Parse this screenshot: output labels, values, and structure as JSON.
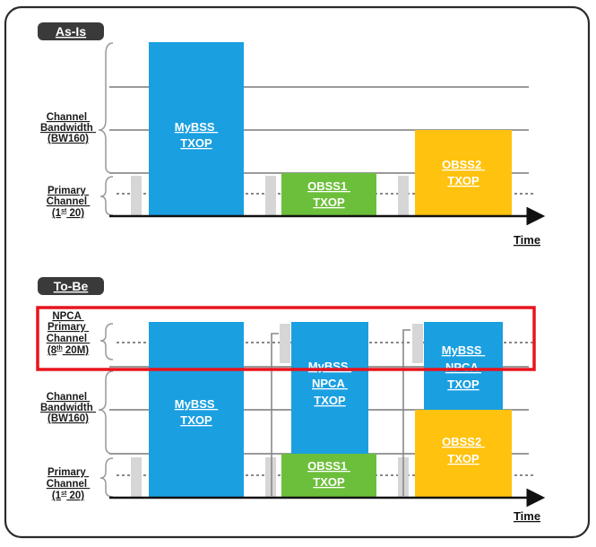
{
  "colors": {
    "mybss": "#1a9fe0",
    "obss1": "#6cbf3a",
    "obss2": "#ffc20e",
    "highlight": "#e8141c",
    "line": "#9a9a9a",
    "tag_bg": "#3a3a3a"
  },
  "asis": {
    "tag": "As-Is",
    "ch_label": [
      "Channel",
      "Bandwidth",
      "(BW160)"
    ],
    "pc_label": [
      "Primary",
      "Channel",
      "(1st 20)"
    ],
    "time": "Time",
    "mybss": [
      "MyBSS",
      "TXOP"
    ],
    "obss1": [
      "OBSS1",
      "TXOP"
    ],
    "obss2": [
      "OBSS2",
      "TXOP"
    ]
  },
  "tobe": {
    "tag": "To-Be",
    "npca_label": [
      "NPCA",
      "Primary",
      "Channel",
      "(8th 20M)"
    ],
    "ch_label": [
      "Channel",
      "Bandwidth",
      "(BW160)"
    ],
    "pc_label": [
      "Primary",
      "Channel",
      "(1st 20)"
    ],
    "time": "Time",
    "mybss": [
      "MyBSS",
      "TXOP"
    ],
    "npca_a": [
      "MyBSS",
      "NPCA",
      "TXOP"
    ],
    "npca_b": [
      "MyBSS",
      "NPCA",
      "TXOP"
    ],
    "obss1": [
      "OBSS1",
      "TXOP"
    ],
    "obss2": [
      "OBSS2",
      "TXOP"
    ]
  }
}
